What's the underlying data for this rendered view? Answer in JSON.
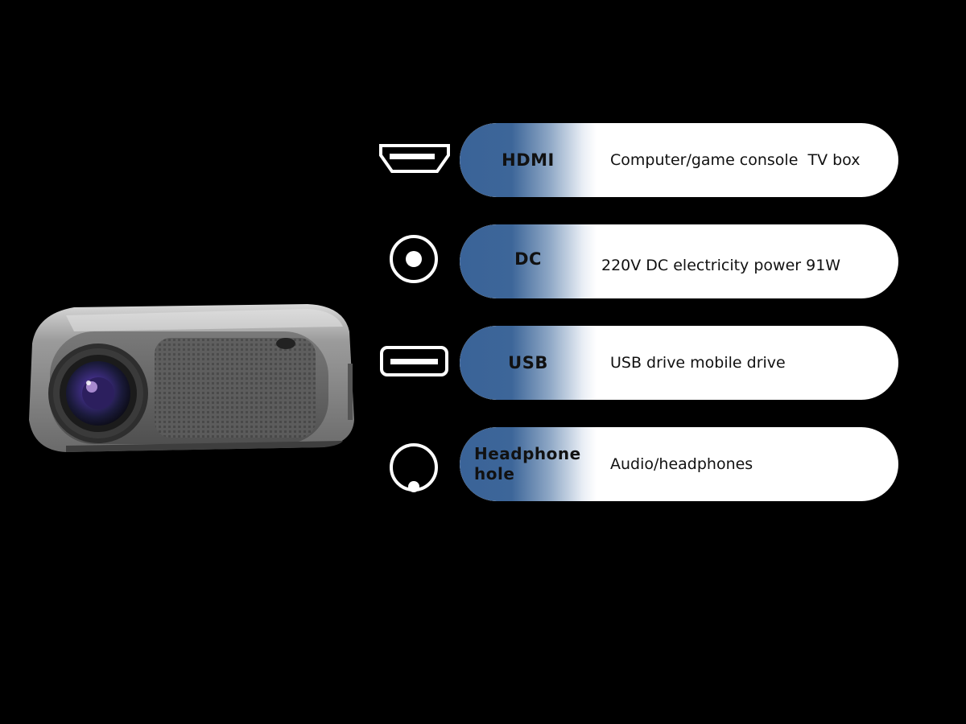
{
  "ports": [
    {
      "label": "HDMI",
      "description": "Computer/game console  TV box",
      "icon": "hdmi-port-icon"
    },
    {
      "label": "DC",
      "description": "220V DC electricity power 91W",
      "icon": "dc-power-port-icon"
    },
    {
      "label": "USB",
      "description": "USB drive mobile drive",
      "icon": "usb-port-icon"
    },
    {
      "label": "Headphone\nhole",
      "description": "Audio/headphones",
      "icon": "headphone-jack-icon"
    }
  ],
  "colors": {
    "background": "#000000",
    "label_gradient_start": "#3a6398",
    "pill_background": "#ffffff",
    "icon_stroke": "#ffffff"
  },
  "product_image": "mini-projector"
}
